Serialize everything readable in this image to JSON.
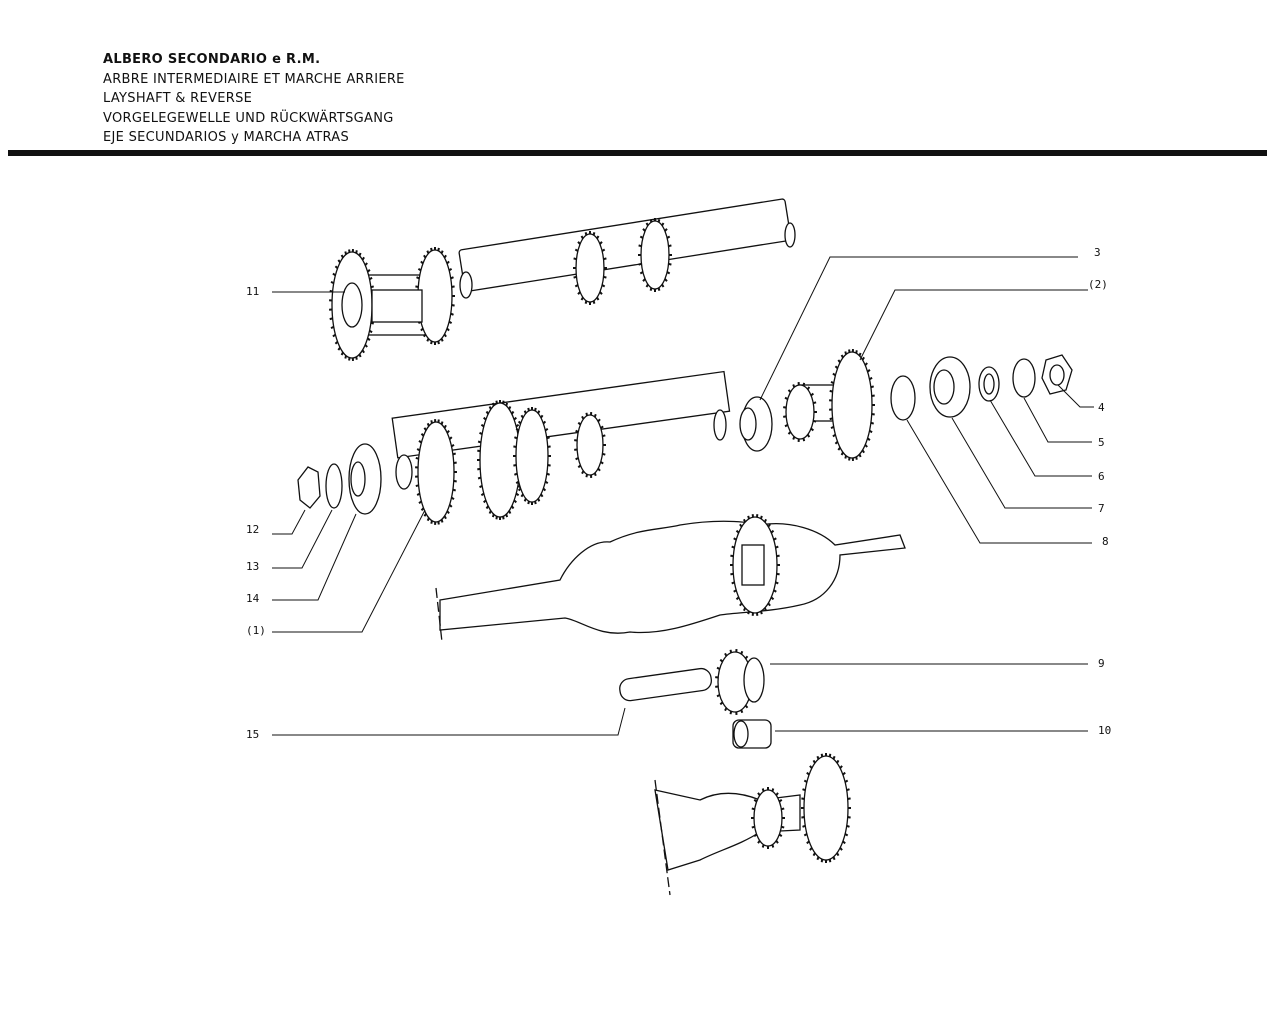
{
  "title_lines": [
    "ALBERO SECONDARIO e R.M.",
    "ARBRE INTERMEDIAIRE ET MARCHE ARRIERE",
    "LAYSHAFT & REVERSE",
    "VORGELEGEWELLE UND RÜCKWÄRTSGANG",
    "EJE SECUNDARIOS y MARCHA ATRAS"
  ],
  "callouts": {
    "c3": "3",
    "c2": "(2)",
    "c4": "4",
    "c5": "5",
    "c6": "6",
    "c7": "7",
    "c8": "8",
    "c9": "9",
    "c10": "10",
    "c11": "11",
    "c12": "12",
    "c13": "13",
    "c14": "14",
    "c1": "(1)",
    "c15": "15"
  },
  "colors": {
    "ink": "#111111",
    "paper": "#ffffff"
  }
}
